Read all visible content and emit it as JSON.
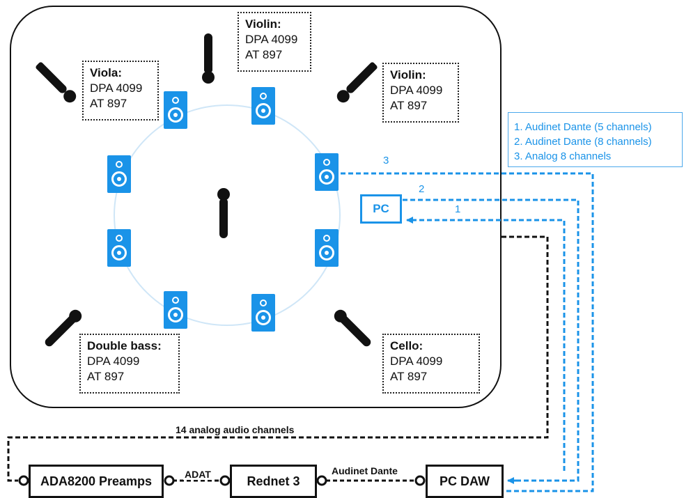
{
  "instruments": [
    {
      "name": "Violin:",
      "mics": [
        "DPA 4099",
        "AT 897"
      ]
    },
    {
      "name": "Viola:",
      "mics": [
        "DPA 4099",
        "AT 897"
      ]
    },
    {
      "name": "Violin:",
      "mics": [
        "DPA 4099",
        "AT 897"
      ]
    },
    {
      "name": "Double bass:",
      "mics": [
        "DPA 4099",
        "AT 897"
      ]
    },
    {
      "name": "Cello:",
      "mics": [
        "DPA 4099",
        "AT 897"
      ]
    }
  ],
  "pc_label": "PC",
  "legend": [
    "1. Audinet Dante (5 channels)",
    "2. Audinet Dante (8 channels)",
    "3. Analog 8 channels"
  ],
  "link_numbers": [
    "3",
    "2",
    "1"
  ],
  "analog_label": "14 analog audio channels",
  "devices": {
    "preamps": "ADA8200 Preamps",
    "rednet": "Rednet 3",
    "daw": "PC DAW"
  },
  "connections": {
    "adat": "ADAT",
    "audinet": "Audinet Dante"
  },
  "colors": {
    "accent": "#1a93e8",
    "line": "#111111"
  }
}
